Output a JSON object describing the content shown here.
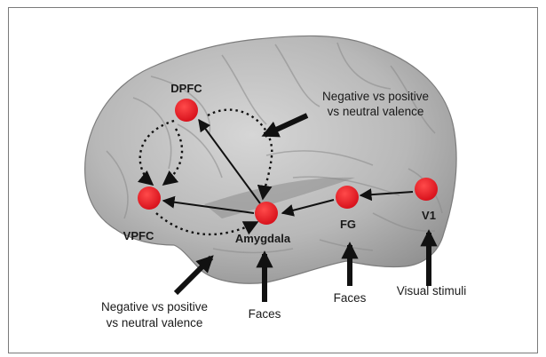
{
  "nodes": {
    "dpfc": {
      "label": "DPFC"
    },
    "vpfc": {
      "label": "VPFC"
    },
    "amygdala": {
      "label": "Amygdala"
    },
    "fg": {
      "label": "FG"
    },
    "v1": {
      "label": "V1"
    }
  },
  "annotations": {
    "top_right": {
      "line1": "Negative vs positive",
      "line2": "vs neutral valence"
    },
    "bottom_left": {
      "line1": "Negative vs positive",
      "line2": "vs neutral valence"
    },
    "faces_amygdala": "Faces",
    "faces_fg": "Faces",
    "visual_stimuli": "Visual stimuli"
  },
  "colors": {
    "node": "#e8222a",
    "brain": "#b9b9b9",
    "arrow": "#111111",
    "frame": "#7a7a7a"
  }
}
